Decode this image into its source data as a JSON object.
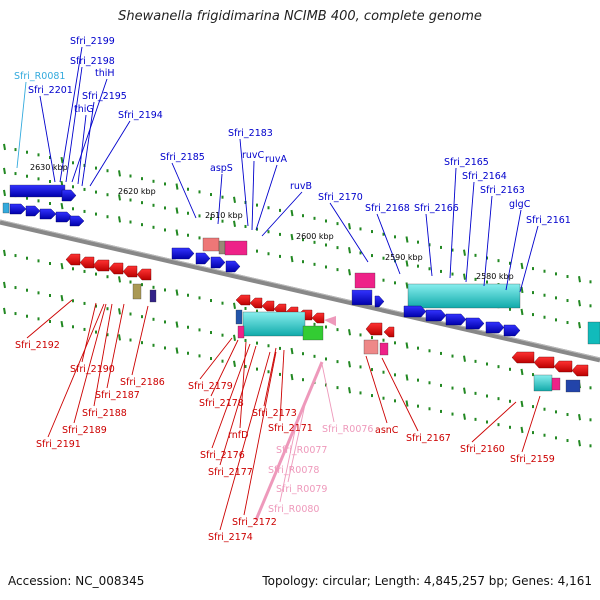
{
  "title": "Shewanella frigidimarina NCIMB 400, complete genome",
  "footer": {
    "accession": "Accession: NC_008345",
    "summary": "Topology: circular; Length: 4,845,257 bp; Genes: 4,161"
  },
  "colors": {
    "forward_label": "#0000cc",
    "reverse_label": "#cc0000",
    "rna_label_forward": "#33aadd",
    "rna_label_reverse": "#ee99bb",
    "backbone": "#888888",
    "ticks": "#228822"
  },
  "scale_labels": [
    "2630 kbp",
    "2620 kbp",
    "2610 kbp",
    "2600 kbp",
    "2590 kbp",
    "2580 kbp"
  ],
  "forward_genes": [
    "Sfri_R0081",
    "Sfri_2199",
    "Sfri_2198",
    "thiH",
    "Sfri_2201",
    "thiG",
    "Sfri_2195",
    "Sfri_2194",
    "Sfri_2183",
    "ruvC",
    "Sfri_2185",
    "aspS",
    "ruvA",
    "ruvB",
    "Sfri_2170",
    "Sfri_2168",
    "Sfri_2166",
    "Sfri_2165",
    "Sfri_2164",
    "Sfri_2163",
    "glgC",
    "Sfri_2161"
  ],
  "reverse_genes": [
    "Sfri_2192",
    "Sfri_2190",
    "Sfri_2186",
    "Sfri_2187",
    "Sfri_2188",
    "Sfri_2189",
    "Sfri_2191",
    "Sfri_2179",
    "Sfri_2178",
    "rnfD",
    "Sfri_2176",
    "Sfri_2177",
    "Sfri_2173",
    "Sfri_2171",
    "Sfri_R0076",
    "Sfri_R0077",
    "Sfri_R0078",
    "Sfri_R0079",
    "Sfri_R0080",
    "Sfri_2172",
    "Sfri_2174",
    "asnC",
    "Sfri_2167",
    "Sfri_2160",
    "Sfri_2159"
  ]
}
